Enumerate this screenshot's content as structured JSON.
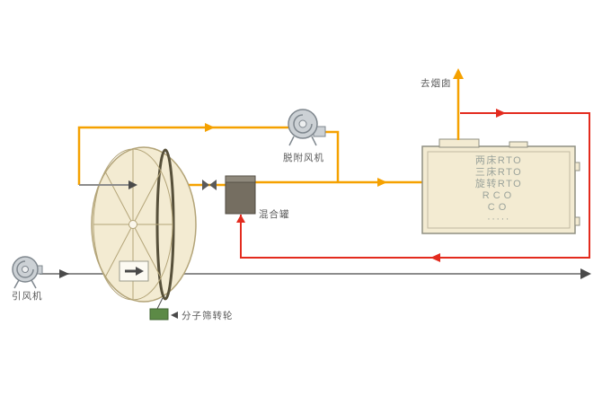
{
  "diagram": {
    "labels": {
      "chimney": "去烟囱",
      "desorption_fan": "脱附风机",
      "mixing_tank": "混合罐",
      "molecular_sieve_wheel": "分子筛转轮",
      "induced_draft_fan": "引风机"
    },
    "rto_unit": {
      "lines": [
        "两床RTO",
        "三床RTO",
        "旋转RTO",
        "RCO",
        "CO",
        "·····"
      ]
    },
    "colors": {
      "desorption_line": "#F5A100",
      "hot_return_line": "#E32B1E",
      "main_air_line": "#8C8C8C",
      "arrow_dark": "#4A4A4A",
      "equipment_fill": "#F3EBD2",
      "equipment_stroke": "#8F8F82",
      "wheel_stroke": "#B3A478",
      "wheel_band": "#57503A",
      "tank_fill": "#756E61",
      "fan_fill": "#CCD1D5",
      "fan_stroke": "#7F878E",
      "green_unit_fill": "#5C8A46"
    }
  }
}
